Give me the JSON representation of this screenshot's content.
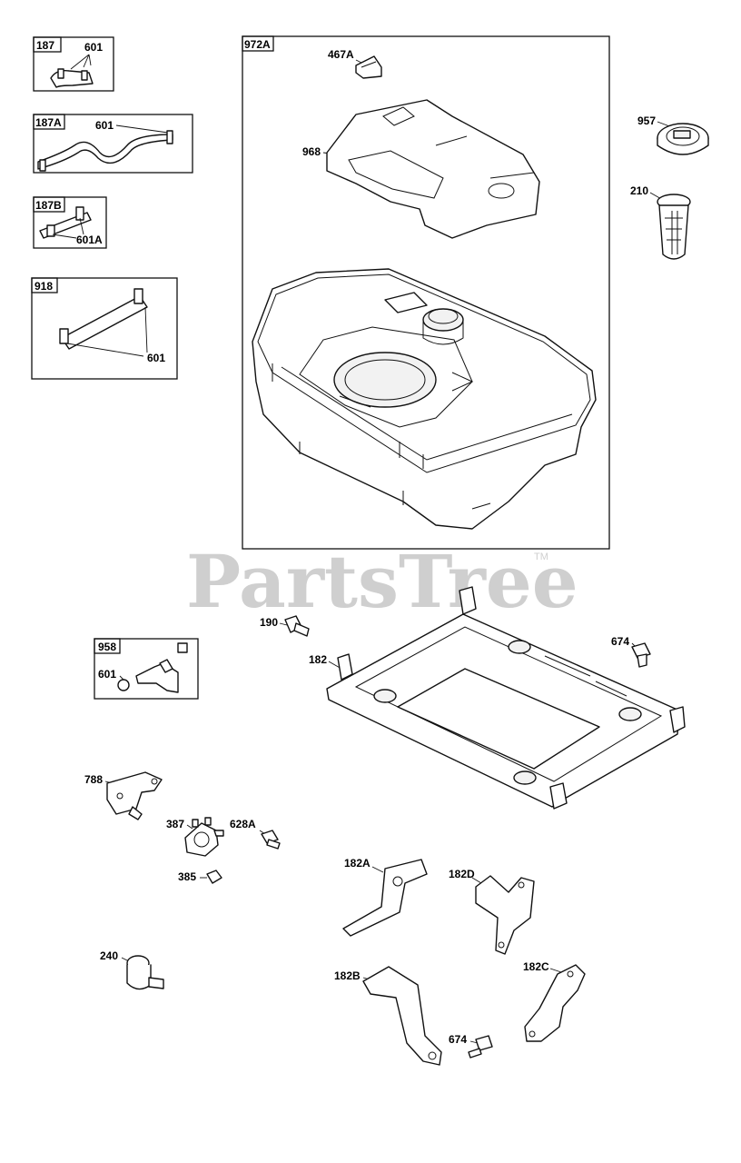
{
  "watermark": {
    "text": "PartsTree",
    "trademark": "TM"
  },
  "boxes": {
    "b187": {
      "id": "187",
      "parts": [
        "601"
      ]
    },
    "b187a": {
      "id": "187A",
      "parts": [
        "601"
      ]
    },
    "b187b": {
      "id": "187B",
      "parts": [
        "601A"
      ]
    },
    "b918": {
      "id": "918",
      "parts": [
        "601"
      ]
    },
    "b972a": {
      "id": "972A",
      "parts": [
        "467A",
        "968"
      ]
    },
    "b958": {
      "id": "958",
      "parts": [
        "601"
      ]
    }
  },
  "labels": {
    "p957": "957",
    "p210": "210",
    "p190": "190",
    "p182": "182",
    "p674a": "674",
    "p788": "788",
    "p387": "387",
    "p628a": "628A",
    "p385": "385",
    "p182a": "182A",
    "p182d": "182D",
    "p240": "240",
    "p182b": "182B",
    "p182c": "182C",
    "p674b": "674"
  }
}
